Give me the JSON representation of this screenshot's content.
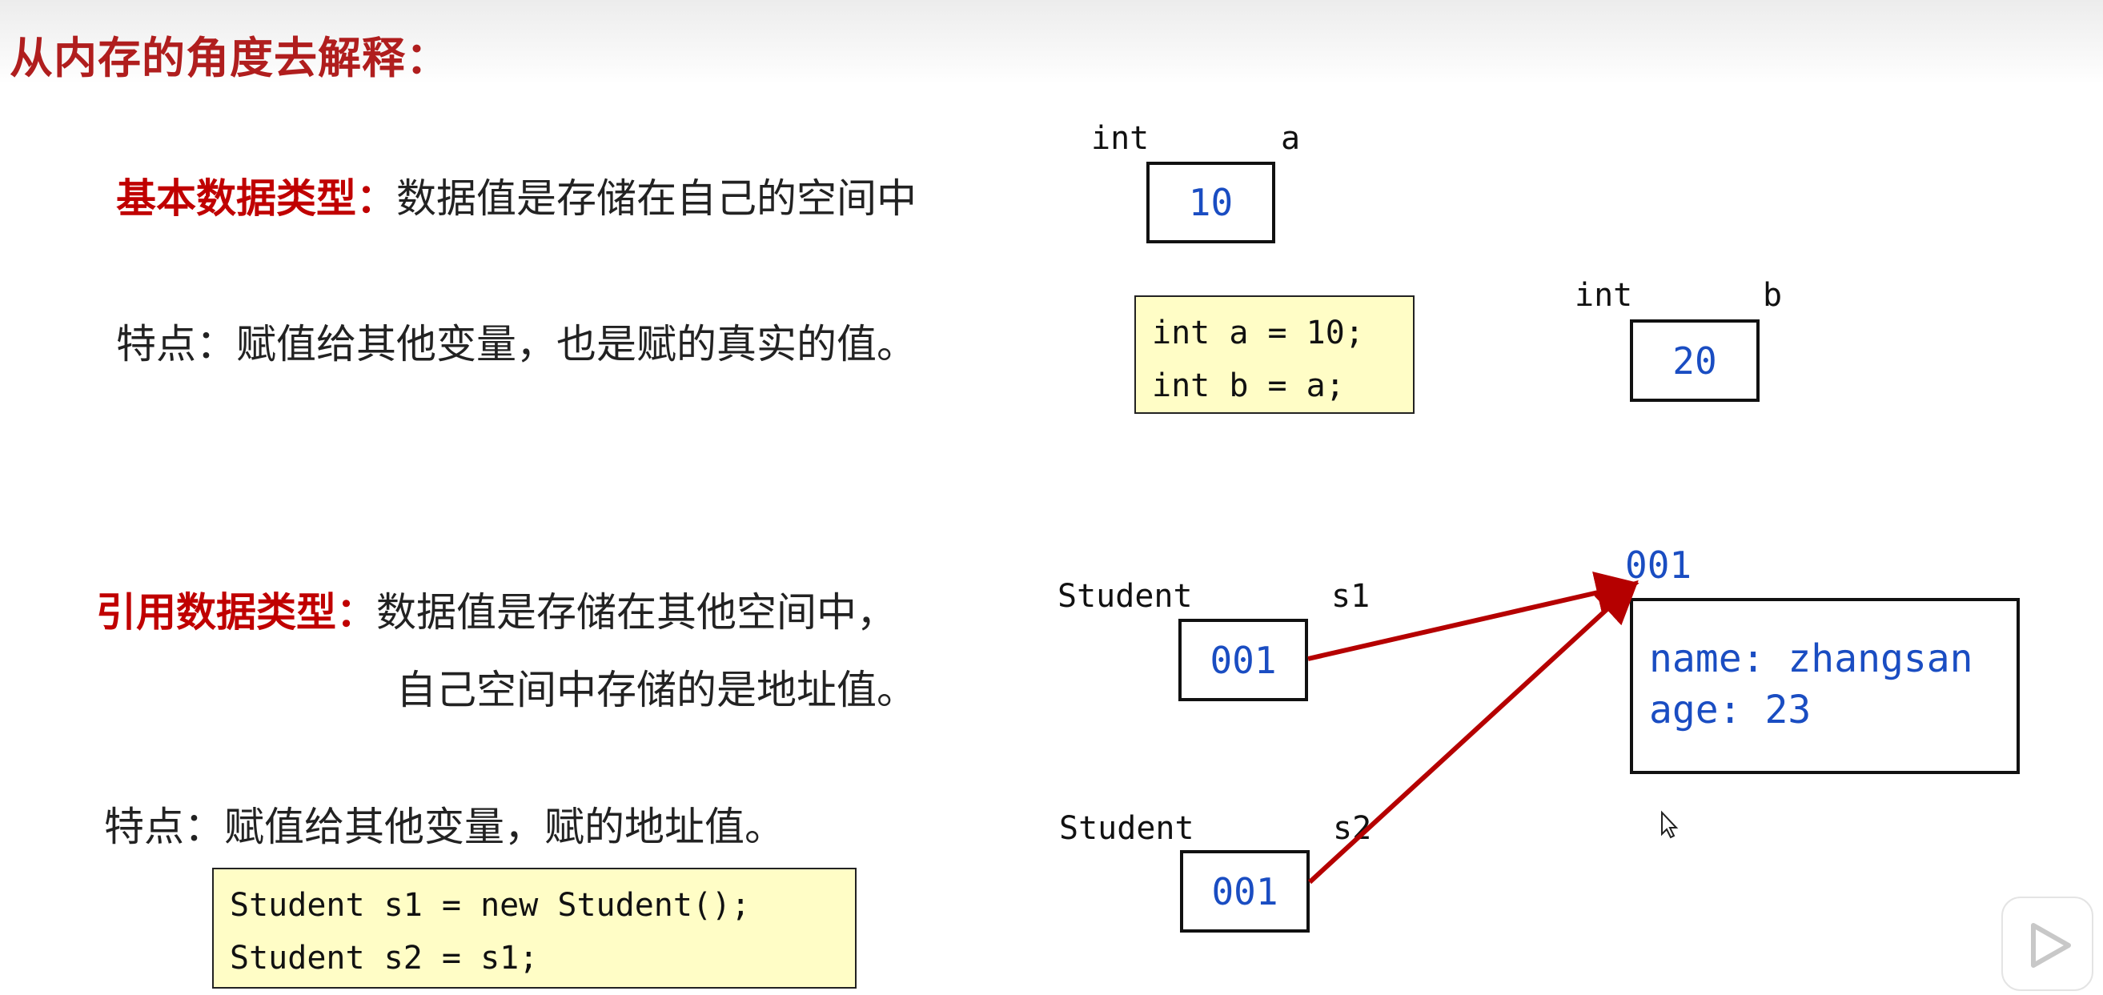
{
  "title": "从内存的角度去解释：",
  "primitive": {
    "label": "基本数据类型：",
    "desc": "数据值是存储在自己的空间中",
    "feature": "特点：赋值给其他变量，也是赋的真实的值。",
    "code": [
      "int a = 10;",
      "int b = a;"
    ],
    "var_a": {
      "type": "int",
      "name": "a",
      "value": "10"
    },
    "var_b": {
      "type": "int",
      "name": "b",
      "value": "20"
    }
  },
  "reference": {
    "label": "引用数据类型：",
    "desc_line1": "数据值是存储在其他空间中，",
    "desc_line2": "自己空间中存储的是地址值。",
    "feature": "特点：赋值给其他变量，赋的地址值。",
    "code": [
      "Student s1 = new Student();",
      "Student s2 = s1;"
    ],
    "var_s1": {
      "type": "Student",
      "name": "s1",
      "value": "001"
    },
    "var_s2": {
      "type": "Student",
      "name": "s2",
      "value": "001"
    },
    "object": {
      "address": "001",
      "fields": [
        "name: zhangsan",
        "age: 23"
      ]
    }
  },
  "colors": {
    "title": "#b01e1e",
    "label": "#c00000",
    "value": "#1a4dc2",
    "arrow": "#b50000",
    "code_bg": "#fffdc6"
  },
  "icons": [
    "cursor-icon",
    "play-icon"
  ]
}
